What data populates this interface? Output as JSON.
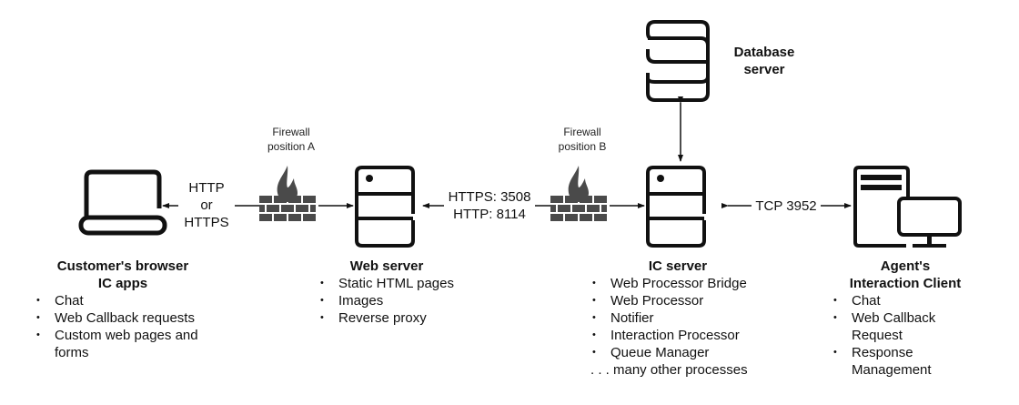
{
  "nodes": {
    "customer": {
      "title_line1": "Customer's browser",
      "title_line2": "IC apps",
      "items": [
        "Chat",
        "Web Callback requests",
        "Custom web pages and",
        "forms"
      ]
    },
    "web_server": {
      "title": "Web server",
      "items": [
        "Static HTML pages",
        "Images",
        "Reverse proxy"
      ]
    },
    "ic_server": {
      "title": "IC server",
      "items": [
        "Web Processor Bridge",
        "Web Processor",
        "Notifier",
        "Interaction Processor",
        "Queue Manager"
      ],
      "footer": ". . . many other processes"
    },
    "database": {
      "title_line1": "Database",
      "title_line2": "server"
    },
    "agent": {
      "title_line1": "Agent's",
      "title_line2": "Interaction Client",
      "items": [
        "Chat",
        "Web Callback",
        "Request",
        "Response",
        "Management"
      ]
    }
  },
  "firewalls": {
    "a": {
      "line1": "Firewall",
      "line2": "position A"
    },
    "b": {
      "line1": "Firewall",
      "line2": "position B"
    }
  },
  "connections": {
    "customer_web": {
      "line1": "HTTP",
      "line2": "or",
      "line3": "HTTPS"
    },
    "web_ic": {
      "line1": "HTTPS: 3508",
      "line2": "HTTP: 8114"
    },
    "ic_agent": {
      "label": "TCP 3952"
    }
  },
  "colors": {
    "stroke": "#111111",
    "firewall": "#4a4a4a"
  }
}
